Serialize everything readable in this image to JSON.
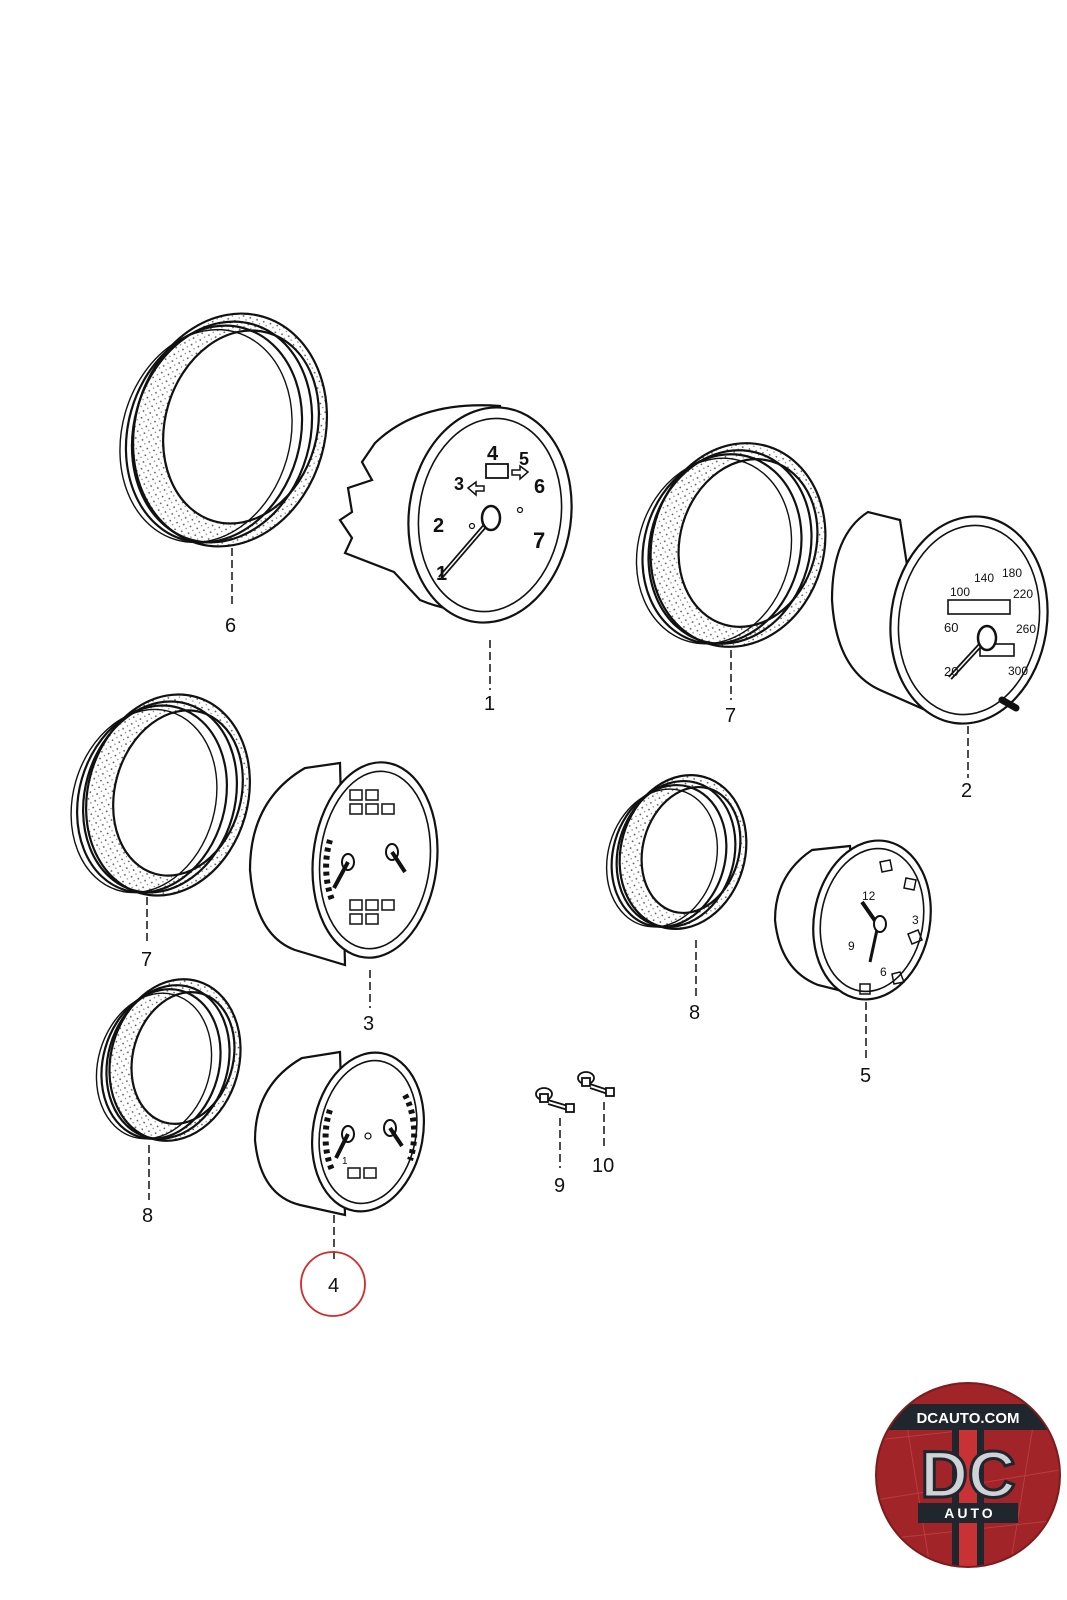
{
  "callouts": {
    "p1": "1",
    "p2": "2",
    "p3": "3",
    "p4": "4",
    "p5": "5",
    "p6": "6",
    "p7a": "7",
    "p7b": "7",
    "p8a": "8",
    "p8b": "8",
    "p9": "9",
    "p10": "10"
  },
  "tach_numbers": [
    "1",
    "2",
    "3",
    "4",
    "5",
    "6",
    "7"
  ],
  "speedo_numbers": [
    "20",
    "60",
    "100",
    "140",
    "180",
    "220",
    "260",
    "300"
  ],
  "clock_numbers": [
    "12",
    "3",
    "6",
    "9"
  ],
  "gauge4_mark": "1",
  "logo": {
    "site": "DCAUTO.COM",
    "letters": "DC",
    "word": "AUTO"
  },
  "colors": {
    "line": "#111111",
    "highlight_circle": "#d42a2a",
    "logo_red": "#b8282a",
    "logo_dark": "#20262e"
  }
}
